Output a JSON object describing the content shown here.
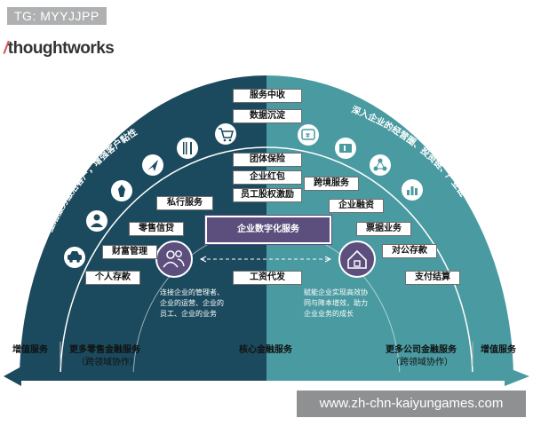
{
  "tag": "TG: MYYJJPP",
  "logo": {
    "slash": "/",
    "name": "thoughtworks"
  },
  "arc_left_text": "生活服务激活客户，增强客户黏性",
  "arc_right_text": "深入企业的经营圈、投资链、产业链",
  "center_top_boxes": [
    "服务中收",
    "数据沉淀"
  ],
  "center_mid_boxes": [
    "团体保险",
    "企业红包",
    "员工股权激励"
  ],
  "core_box": "企业数字化服务",
  "center_bottom_box": "工资代发",
  "left_boxes": [
    "私行服务",
    "零售信贷",
    "财富管理",
    "个人存款"
  ],
  "right_boxes": [
    "跨境服务",
    "企业融资",
    "票据业务",
    "对公存款",
    "支付结算"
  ],
  "left_desc": [
    "连接企业的管理者、",
    "企业的运营、企业的",
    "员工、企业的业务"
  ],
  "right_desc": [
    "赋能企业实现高效协",
    "同与降本增效，助力",
    "企业业务的成长"
  ],
  "bottom": {
    "far_left": "增值服务",
    "left_main": "更多零售金融服务",
    "left_sub": "（跨领域协作）",
    "center": "核心金融服务",
    "right_main": "更多公司金融服务",
    "right_sub": "（跨领域协作）",
    "far_right": "增值服务"
  },
  "watermark": "www.zh-chn-kaiyungames.com",
  "colors": {
    "left_fill": "#1b4a5e",
    "right_fill": "#4a9aa1",
    "core": "#5c4f7d"
  },
  "icons": {
    "left": [
      "car-icon",
      "person-icon",
      "money-bag-icon",
      "navigation-arrow-icon",
      "fork-knife-icon",
      "shopping-cart-icon"
    ],
    "right": [
      "wallet-icon",
      "ticket-icon",
      "network-icon",
      "bar-chart-icon"
    ],
    "core_left": "users-icon",
    "core_right": "house-icon"
  }
}
